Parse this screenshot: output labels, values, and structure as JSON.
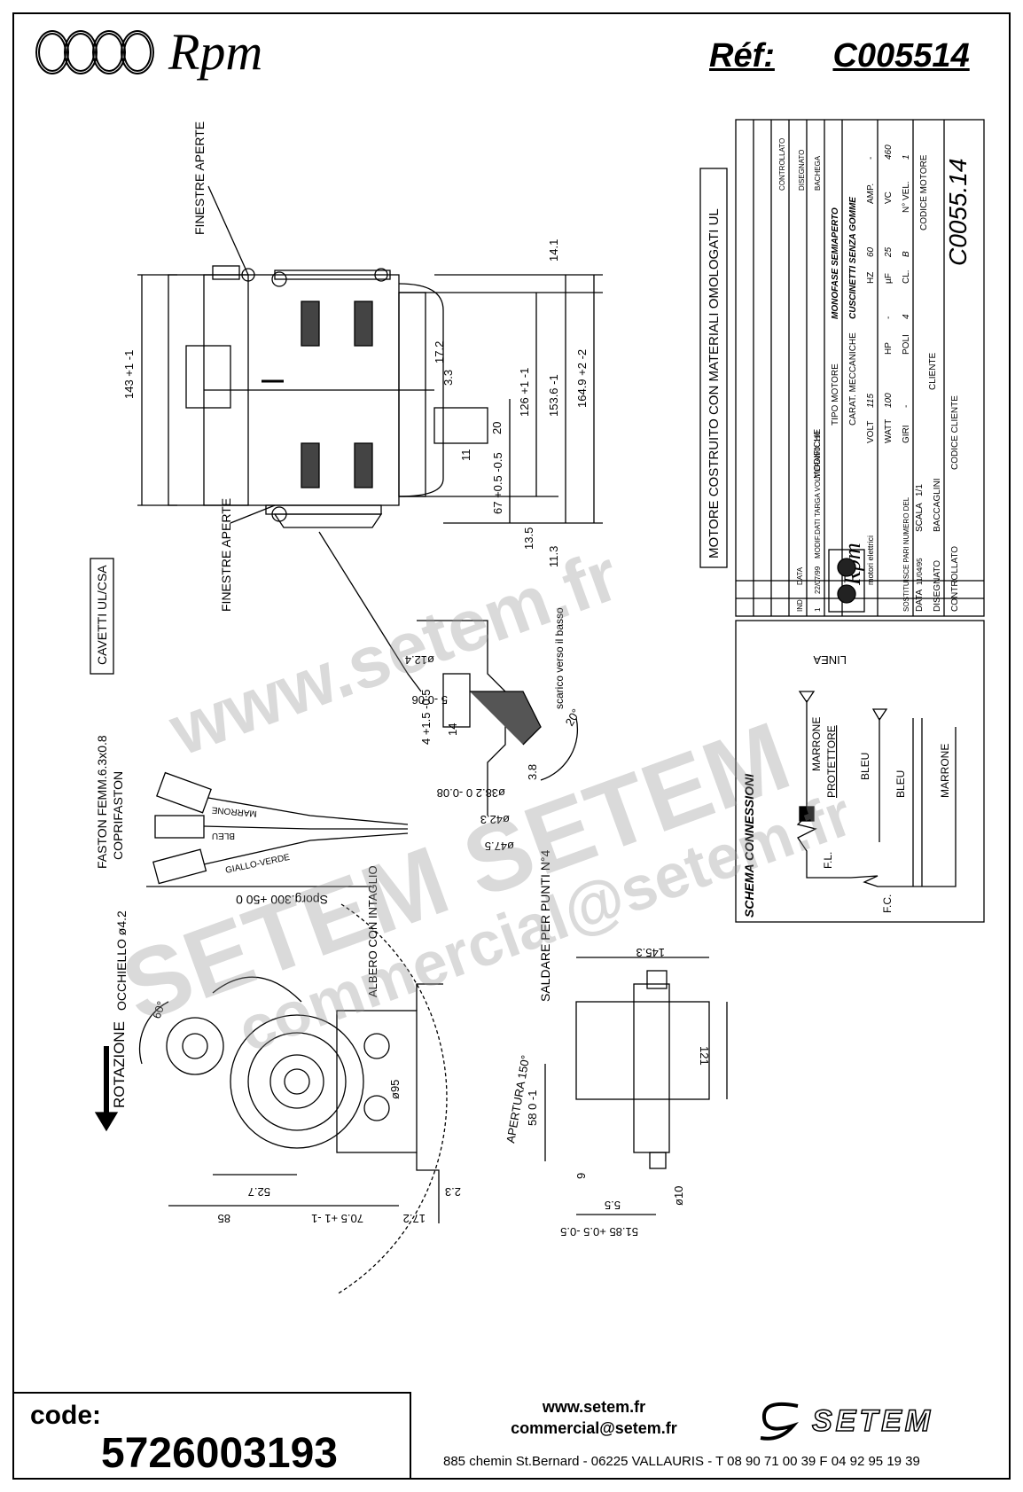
{
  "header": {
    "brand": "Rpm",
    "ref_label": "Réf:",
    "ref_value": "C005514"
  },
  "drawing": {
    "note_ul": "MOTORE COSTRUITO CON MATERIALI OMOLOGATI UL",
    "finestre_aperte": "FINESTRE APERTE",
    "cavetti": "CAVETTI UL/CSA",
    "faston": "FASTON FEMM.6.3x0.8",
    "coprifaston": "COPRIFASTON",
    "occhiello": "OCCHIELLO ø4.2",
    "rotazione": "ROTAZIONE",
    "albero": "ALBERO CON INTAGLIO",
    "apertura": "APERTURA 150°",
    "saldare": "SALDARE PER PUNTI N°4",
    "scarico": "scarico verso il basso",
    "sporg": "Sporg.300 +50 0",
    "wires": [
      "MARRONE",
      "BLEU",
      "GIALLO-VERDE"
    ],
    "dims": {
      "d143": "143 +1 -1",
      "d126": "126 +1 -1",
      "d153_6": "153.6 -1",
      "d164_9": "164.9 +2 -2",
      "d14_1": "14.1",
      "d13_5": "13.5",
      "d11_3": "11.3",
      "d67": "67 +0.5 -0.5",
      "d3_3": "3.3",
      "d17_2a": "17.2",
      "d20": "20",
      "d11": "11",
      "d12_4": "ø12.4",
      "d5": "5 -0.06",
      "d14": "14",
      "d4": "4 +1.5 -0.5",
      "d3_8": "3.8",
      "d38_2": "ø38.2 0 -0.08",
      "d42_3": "ø42.3",
      "d47_5": "ø47.5",
      "d20deg": "20°",
      "d60deg": "60°",
      "d95": "ø95",
      "d52_7": "52.7",
      "d85": "85",
      "d70_5": "70.5 +1 -1",
      "d17_2b": "17.2",
      "d2_3": "2.3",
      "d145_3": "145.3",
      "d121": "121",
      "d58": "58 0 -1",
      "d9": "9",
      "d5_5": "5.5",
      "d10": "ø10",
      "d51_85": "51.85 +0.5 -0.5"
    }
  },
  "title_block": {
    "modifiche": "MODIFICHE",
    "mod_row": [
      "1",
      "22/07/99",
      "MODIF.DATI TARGA VOLT ERANO: 110"
    ],
    "ind": "IND",
    "data": "DATA",
    "bacchega": "BACHEGA",
    "disegnato": "DISEGNATO",
    "controllato": "CONTROLLATO",
    "tipo_motore_label": "TIPO MOTORE",
    "tipo_motore": "MONOFASE SEMIAPERTO",
    "carat_label": "CARAT. MECCANICHE",
    "carat": "CUSCINETTI SENZA GOMME",
    "volt_label": "VOLT",
    "volt": "115",
    "hz_label": "HZ",
    "hz": "60",
    "amp_label": "AMP.",
    "amp": "-",
    "watt_label": "WATT",
    "watt": "100",
    "hp_label": "HP",
    "hp": "-",
    "uf_label": "µF",
    "uf": "25",
    "vc_label": "VC",
    "vc": "460",
    "giri_label": "GIRI",
    "giri": "-",
    "poli_label": "POLI",
    "poli": "4",
    "cl_label": "CL.",
    "cl": "B",
    "nvel_label": "N° VEL.",
    "nvel": "1",
    "cliente_label": "CLIENTE",
    "codice_motore_label": "CODICE MOTORE",
    "codice_motore": "C0055.14",
    "codice_cliente_label": "CODICE CLIENTE",
    "rpm_small": "Rpm",
    "motori_elettrici": "motori elettrici",
    "sostituisce": "SOSTITUISCE PARI NUMERO DEL",
    "data_label": "DATA",
    "data_value": "11/04/95",
    "scala_label": "SCALA",
    "scala": "1/1",
    "disegnato_label": "DISEGNATO",
    "disegnato_by": "BACCAGLINI",
    "controllato_label": "CONTROLLATO"
  },
  "schema": {
    "title": "SCHEMA CONNESSIONI",
    "linea": "LINEA",
    "protettore": "PROTETTORE",
    "marrone1": "MARRONE",
    "bleu1": "BLEU",
    "bleu2": "BLEU",
    "marrone2": "MARRONE",
    "fl": "F.L.",
    "fc": "F.C."
  },
  "footer": {
    "code_label": "code:",
    "code_value": "5726003193",
    "website": "www.setem.fr",
    "email": "commercial@setem.fr",
    "address": "885 chemin St.Bernard  -  06225 VALLAURIS  -  T 08 90 71 00 39   F 04 92 95 19 39",
    "setem_logo": "SETEM"
  },
  "watermarks": [
    "www.setem.fr",
    "SETEM SETEM",
    "commercial@setem.fr"
  ]
}
